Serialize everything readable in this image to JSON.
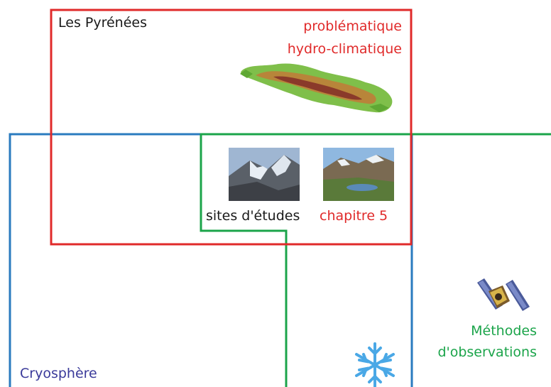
{
  "title": "Les Pyrénées",
  "topic": [
    "problématique",
    "hydro-climatique"
  ],
  "sites": {
    "label": "sites d'études",
    "chapter": "chapitre 5"
  },
  "methods": [
    "Méthodes",
    "d'observations"
  ],
  "cryosphere": "Cryosphère",
  "colors": {
    "pyrenees_box": "#e02a2a",
    "cryosphere_box": "#2a7bbf",
    "methods_line": "#1ba44a",
    "text_black": "#1a1a1a",
    "text_red": "#e02a2a",
    "text_green": "#1ba44a",
    "text_blue": "#3a3a9a"
  },
  "icons": {
    "map": "pyrenees-relief-map-icon",
    "glacier_photo": "glacier-mountain-photo-icon",
    "valley_photo": "mountain-valley-photo-icon",
    "satellite": "satellite-icon",
    "snowflake": "snowflake-icon"
  }
}
